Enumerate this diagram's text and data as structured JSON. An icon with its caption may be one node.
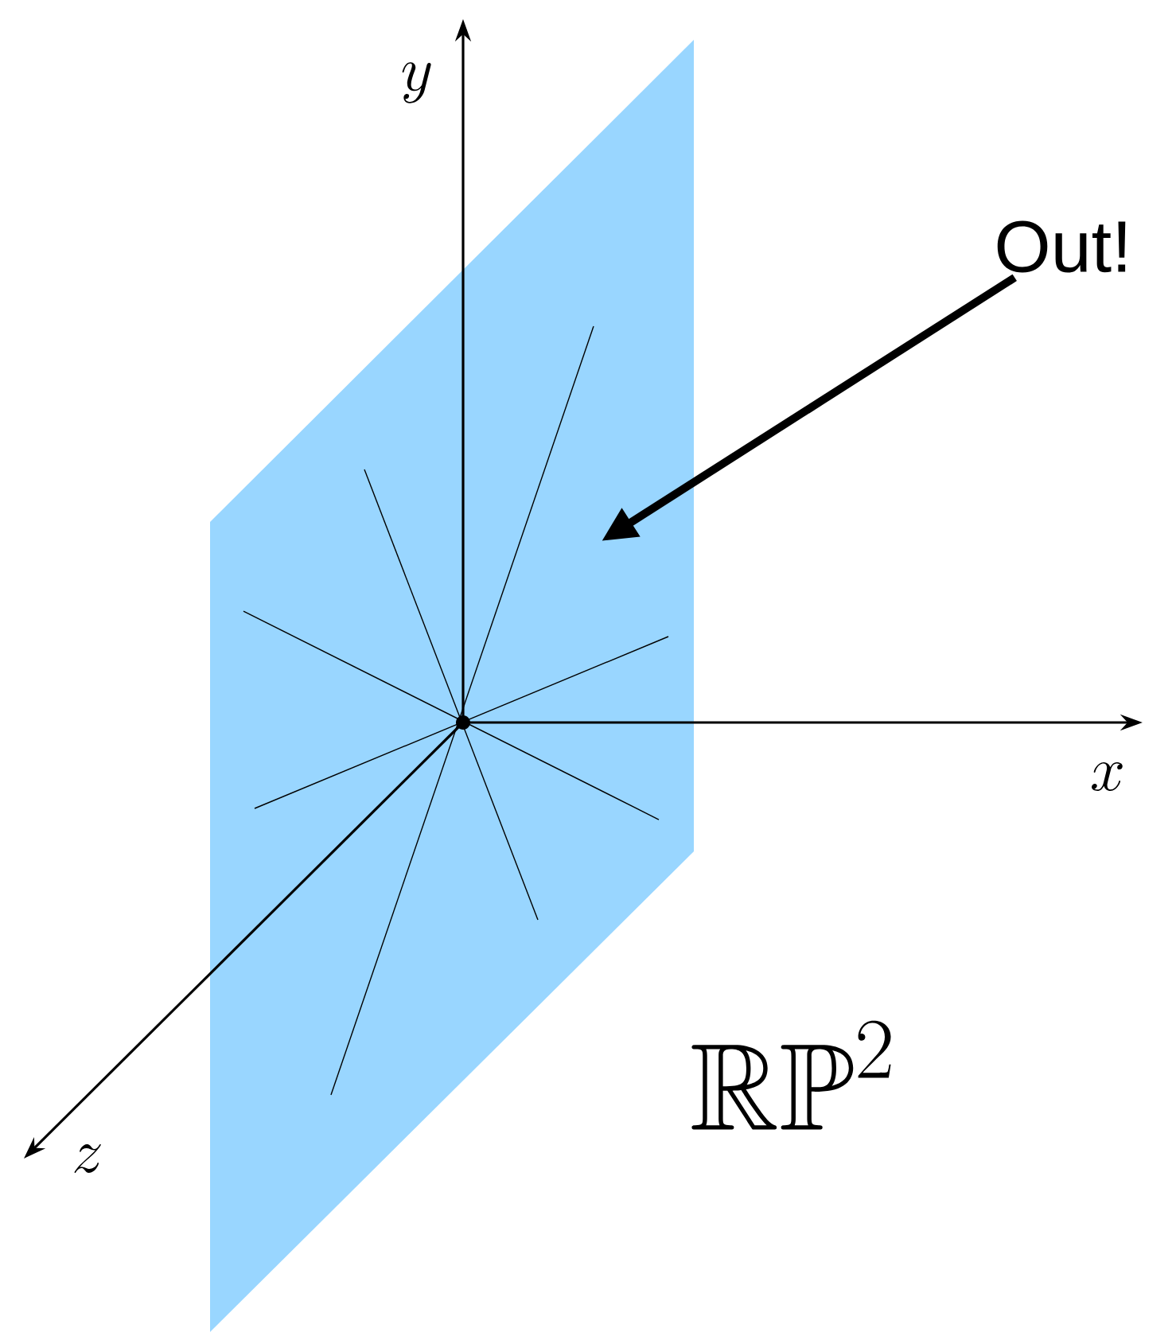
{
  "diagram": {
    "nodes": [
      {
        "text": [
          "Out!"
        ]
      },
      {
        "text": [],
        "shape": "parallelogram"
      }
    ],
    "edges": [
      {
        "from": 0,
        "to": 1,
        "arrow": "to"
      }
    ],
    "labels": [
      "y",
      "x",
      "z",
      "\\mathbb{RP}^2"
    ]
  }
}
